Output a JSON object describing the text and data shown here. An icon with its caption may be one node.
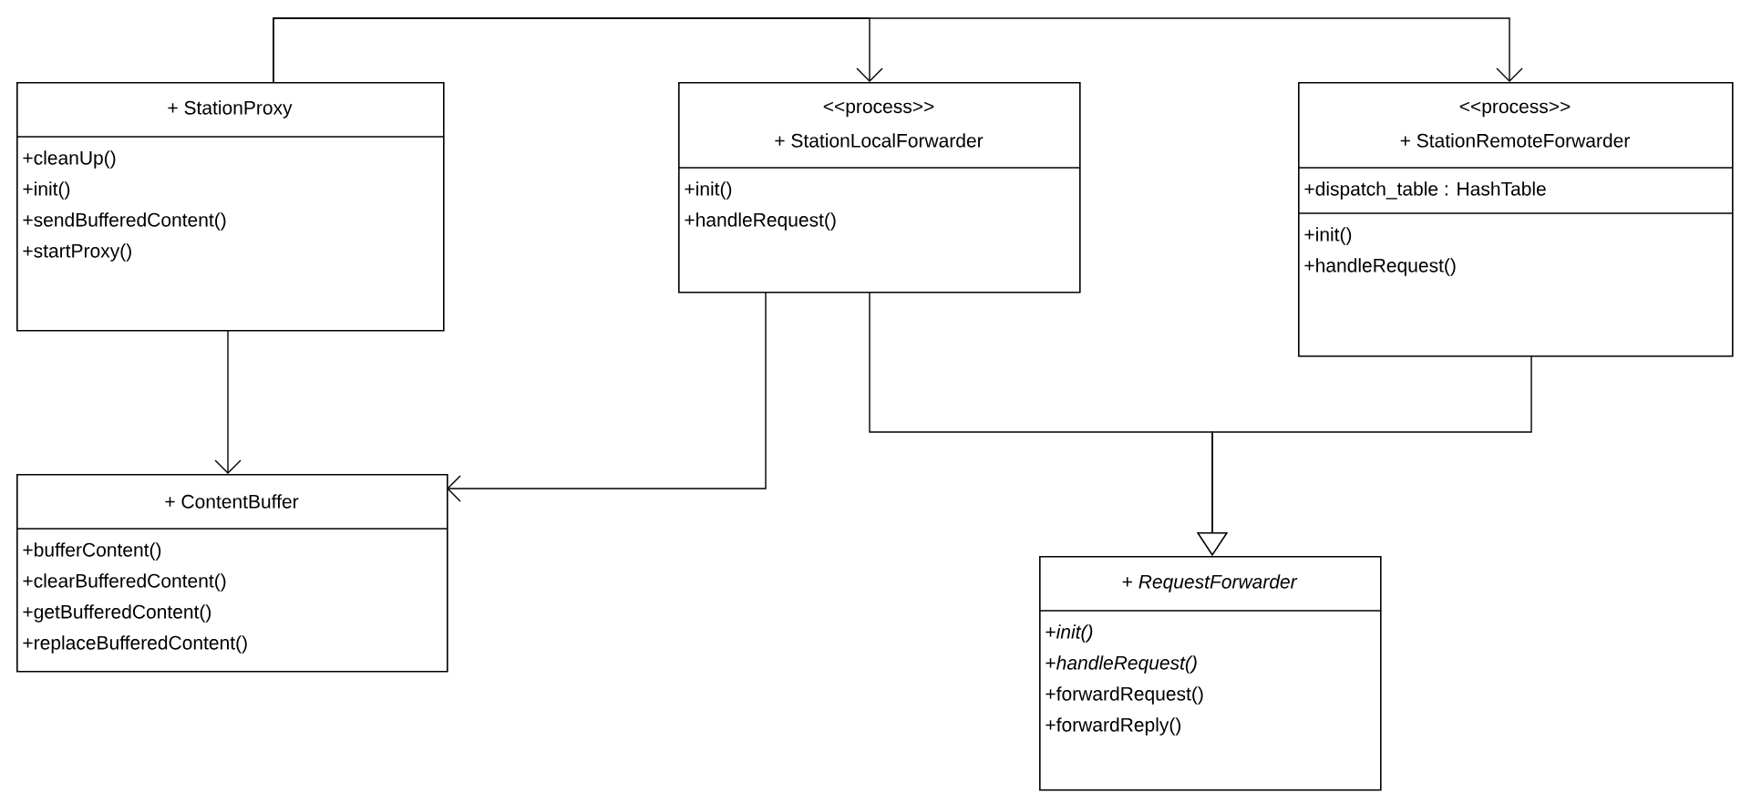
{
  "diagram": {
    "nodes": [
      {
        "text": [
          "+ StationProxy",
          "+cleanUp()",
          "+init()",
          "+sendBufferedContent()",
          "+startProxy()"
        ]
      },
      {
        "text": [
          "<<process>>",
          "+ StationLocalForwarder",
          "+init()",
          "+handleRequest()"
        ]
      },
      {
        "text": [
          "<<process>>",
          "+ StationRemoteForwarder",
          "+dispatch_table : HashTable",
          "+init()",
          "+handleRequest()"
        ]
      },
      {
        "text": [
          "+ ContentBuffer",
          "+bufferContent()",
          "+clearBufferedContent()",
          "+getBufferedContent()",
          "+replaceBufferedContent()"
        ]
      },
      {
        "text": [
          "+ *RequestForwarder*",
          "+*init()*",
          "+*handleRequest()*",
          "+forwardRequest()",
          "+forwardReply()"
        ]
      }
    ],
    "edges": [
      {
        "from": 0,
        "to": 1,
        "arrow": "to"
      },
      {
        "from": 0,
        "to": 2,
        "arrow": "to"
      },
      {
        "from": 0,
        "to": 3,
        "arrow": "to"
      },
      {
        "from": 1,
        "to": 3,
        "arrow": "to"
      },
      {
        "from": 1,
        "to": 4,
        "arrow": "to"
      },
      {
        "from": 2,
        "to": 4,
        "arrow": "to"
      }
    ]
  }
}
